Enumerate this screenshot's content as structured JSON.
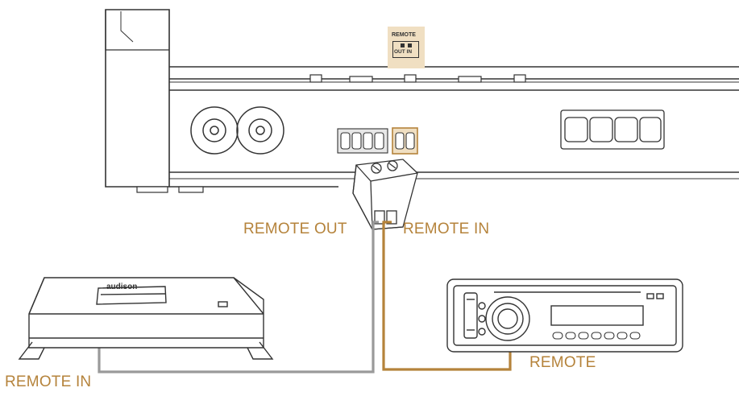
{
  "labels": {
    "remote_out": "REMOTE OUT",
    "remote_in": "REMOTE IN",
    "remote_in_amp": "REMOTE IN",
    "remote_head_unit": "REMOTE"
  },
  "connector_badge": {
    "title": "REMOTE",
    "ports": "OUT IN"
  },
  "colors": {
    "accent": "#b5833b",
    "badge_bg": "#f0dfc2",
    "out_wire": "#9a9a9a",
    "in_wire": "#b5833b",
    "line": "#333333"
  }
}
